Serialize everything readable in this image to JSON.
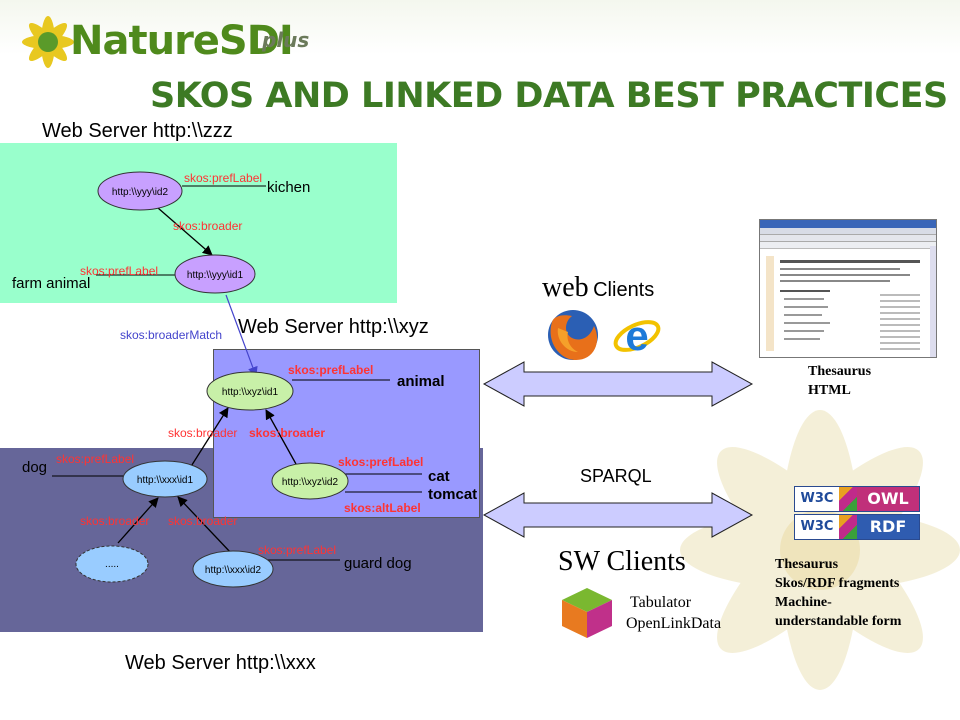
{
  "header": {
    "logo_text": "NatureSDI",
    "logo_suffix": "plus",
    "title": "SKOS AND LINKED DATA BEST PRACTICES"
  },
  "servers": {
    "zzz": "Web Server http:\\\\zzz",
    "xyz": "Web Server http:\\\\xyz",
    "xxx": "Web Server http:\\\\xxx"
  },
  "nodes": {
    "yyy_id2": "http:\\\\yyy\\id2",
    "yyy_id1": "http:\\\\yyy\\id1",
    "xyz_id1": "http:\\\\xyz\\id1",
    "xyz_id2": "http:\\\\xyz\\id2",
    "xxx_id1": "http:\\\\xxx\\id1",
    "xxx_id2": "http:\\\\xxx\\id2",
    "xxx_blank": "....."
  },
  "edge_labels": {
    "pref_label": "skos:prefLabel",
    "broader": "skos:broader",
    "broader_match": "skos:broaderMatch",
    "alt_label": "skos:altLabel"
  },
  "terms": {
    "kichen": "kichen",
    "farm_animal": "farm animal",
    "animal": "animal",
    "cat": "cat",
    "tomcat": "tomcat",
    "dog": "dog",
    "guard_dog": "guard dog"
  },
  "clients": {
    "web_prefix": "web",
    "web_suffix": "Clients",
    "sparql": "SPARQL",
    "sw_clients": "SW Clients",
    "tabulator": "Tabulator",
    "openlinkdata": "OpenLinkData"
  },
  "outputs": {
    "html_line1": "Thesaurus",
    "html_line2": "HTML",
    "rdf_line1": "Thesaurus",
    "rdf_line2": "Skos/RDF fragments",
    "rdf_line3": "Machine-",
    "rdf_line4": "understandable form",
    "badge_owl": "OWL",
    "badge_rdf": "RDF",
    "badge_w3c": "W3C"
  },
  "colors": {
    "title_green": "#3d7a24",
    "zzz_bg": "#99ffcc",
    "xyz_bg": "#9999ff",
    "xxx_bg": "#666699",
    "node_purple": "#c8a0ff",
    "node_green": "#c8f0a8",
    "node_blue": "#99ccff",
    "label_red": "#ff3333",
    "arrow_fill": "#ccccff",
    "broader_match_blue": "#4444cc"
  }
}
